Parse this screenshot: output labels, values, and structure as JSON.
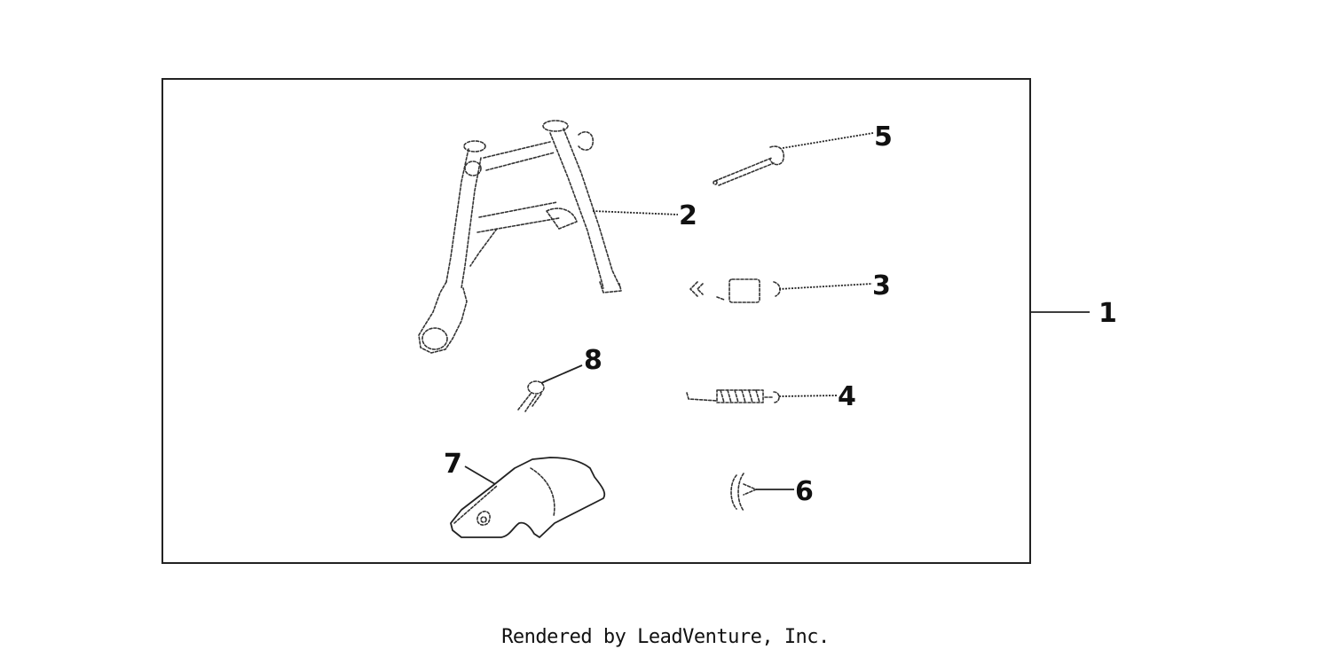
{
  "diagram": {
    "callouts": [
      "1",
      "2",
      "3",
      "4",
      "5",
      "6",
      "7",
      "8"
    ],
    "frame_color": "#222222"
  },
  "footer": {
    "text": "Rendered by LeadVenture, Inc."
  }
}
